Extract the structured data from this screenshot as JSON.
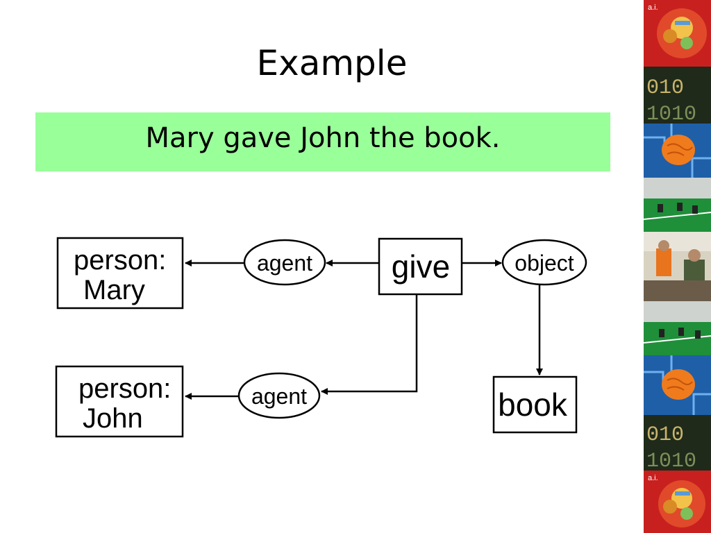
{
  "slide": {
    "title": "Example",
    "sentence": "Mary gave John the book."
  },
  "diagram": {
    "nodes": {
      "person_mary": {
        "line1": "person:",
        "line2": "Mary"
      },
      "person_john": {
        "line1": "person:",
        "line2": "John"
      },
      "give": "give",
      "book": "book",
      "agent_top": "agent",
      "agent_bottom": "agent",
      "object": "object"
    }
  },
  "sidebar": {
    "tiles": [
      {
        "name": "ai-head-icon",
        "caption": "a.i."
      },
      {
        "name": "binary-code-icon",
        "caption": ""
      },
      {
        "name": "brain-circuit-icon",
        "caption": ""
      },
      {
        "name": "robot-soccer-field-icon",
        "caption": ""
      },
      {
        "name": "robot-lab-photo-icon",
        "caption": ""
      },
      {
        "name": "robot-soccer-field-icon",
        "caption": ""
      },
      {
        "name": "brain-circuit-icon",
        "caption": ""
      },
      {
        "name": "binary-code-icon",
        "caption": ""
      },
      {
        "name": "ai-head-icon",
        "caption": "a.i."
      }
    ],
    "colors": {
      "ai_red": "#c8201f",
      "binary_dark": "#1f2a1a",
      "circuit_blue": "#1f5fa8",
      "brain_orange": "#f07b1d",
      "field_green": "#1f8f3a"
    }
  }
}
